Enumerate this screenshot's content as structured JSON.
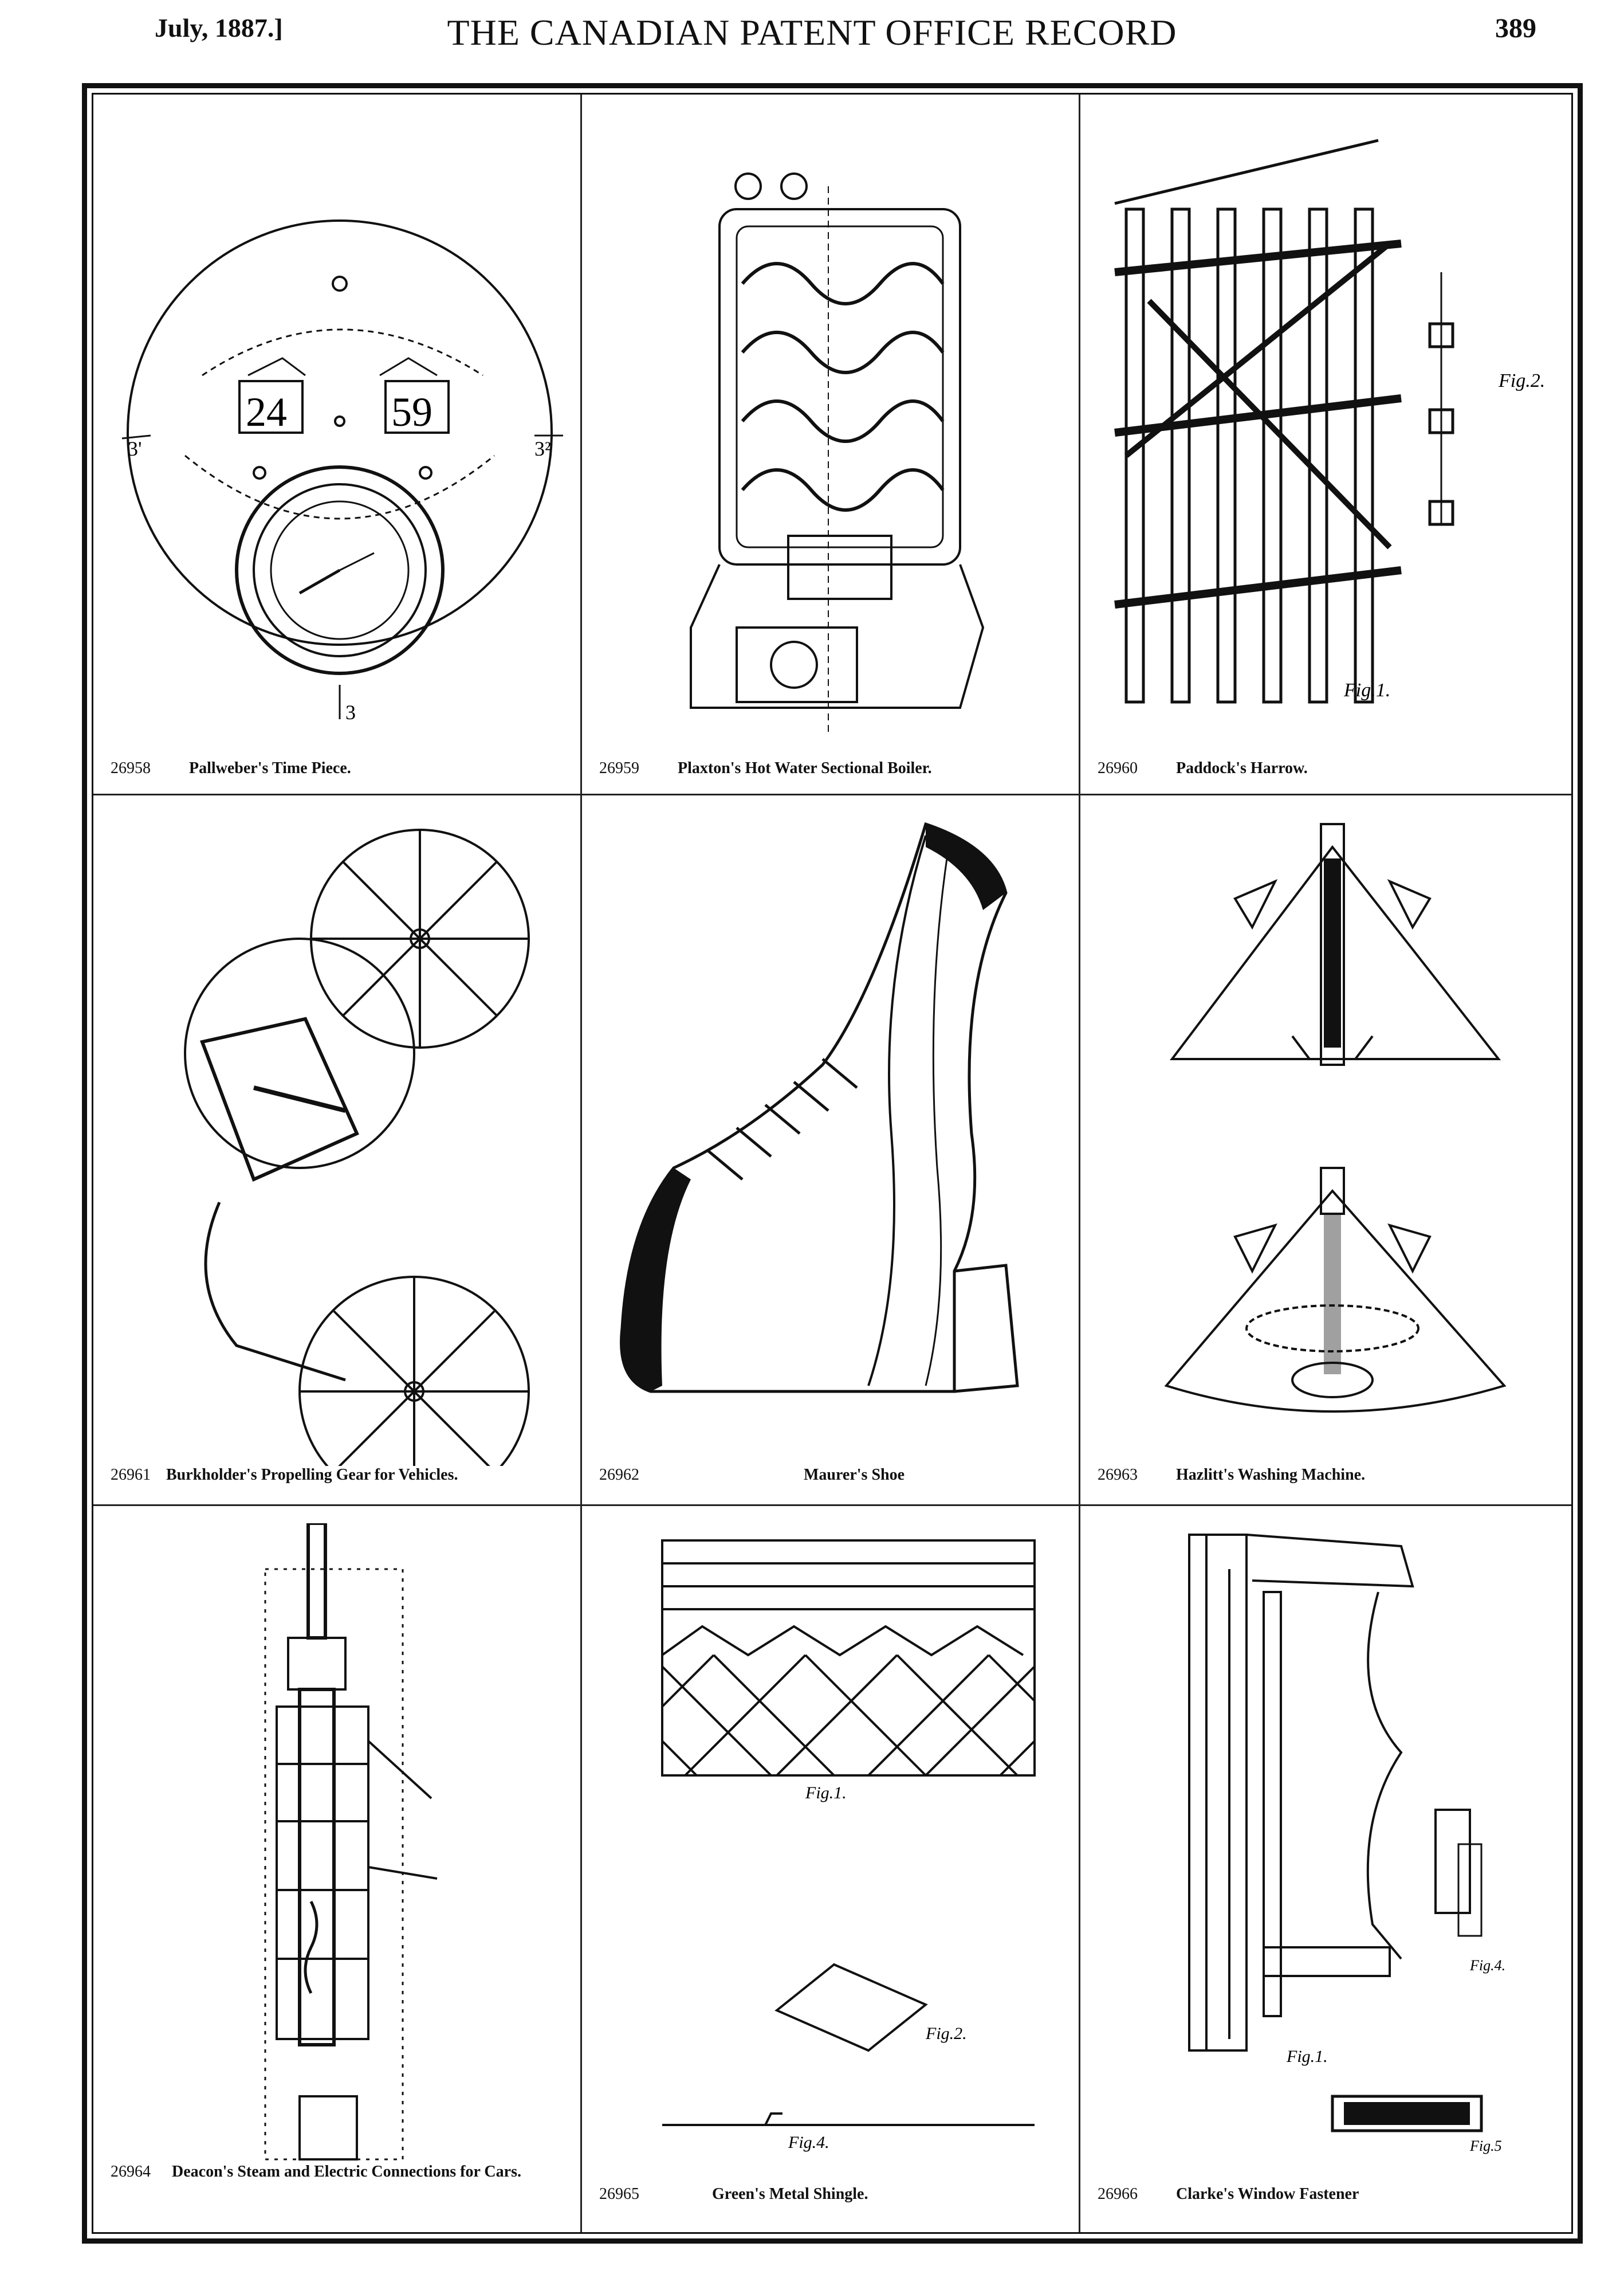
{
  "header": {
    "date": "July, 1887.]",
    "title": "THE CANADIAN PATENT OFFICE RECORD",
    "page_number": "389"
  },
  "patents": [
    {
      "number": "26958",
      "title": "Pallweber's Time Piece."
    },
    {
      "number": "26959",
      "title": "Plaxton's Hot Water Sectional Boiler."
    },
    {
      "number": "26960",
      "title": "Paddock's Harrow."
    },
    {
      "number": "26961",
      "title": "Burkholder's Propelling Gear for Vehicles."
    },
    {
      "number": "26962",
      "title": "Maurer's Shoe"
    },
    {
      "number": "26963",
      "title": "Hazlitt's Washing Machine."
    },
    {
      "number": "26964",
      "title": "Deacon's Steam and Electric Connections for Cars."
    },
    {
      "number": "26965",
      "title": "Green's Metal Shingle."
    },
    {
      "number": "26966",
      "title": "Clarke's Window Fastener"
    }
  ],
  "figure_text": {
    "clock_hours": "24",
    "clock_minutes": "59",
    "clock_label_left": "3'",
    "clock_label_right": "3²",
    "clock_label_bottom": "3",
    "harrow_fig1": "Fig.1.",
    "harrow_fig2": "Fig.2.",
    "shingle_fig1": "Fig.1.",
    "shingle_fig2": "Fig.2.",
    "shingle_fig4": "Fig.4.",
    "window_fig1": "Fig.1.",
    "window_fig4": "Fig.4.",
    "window_fig5": "Fig.5"
  }
}
